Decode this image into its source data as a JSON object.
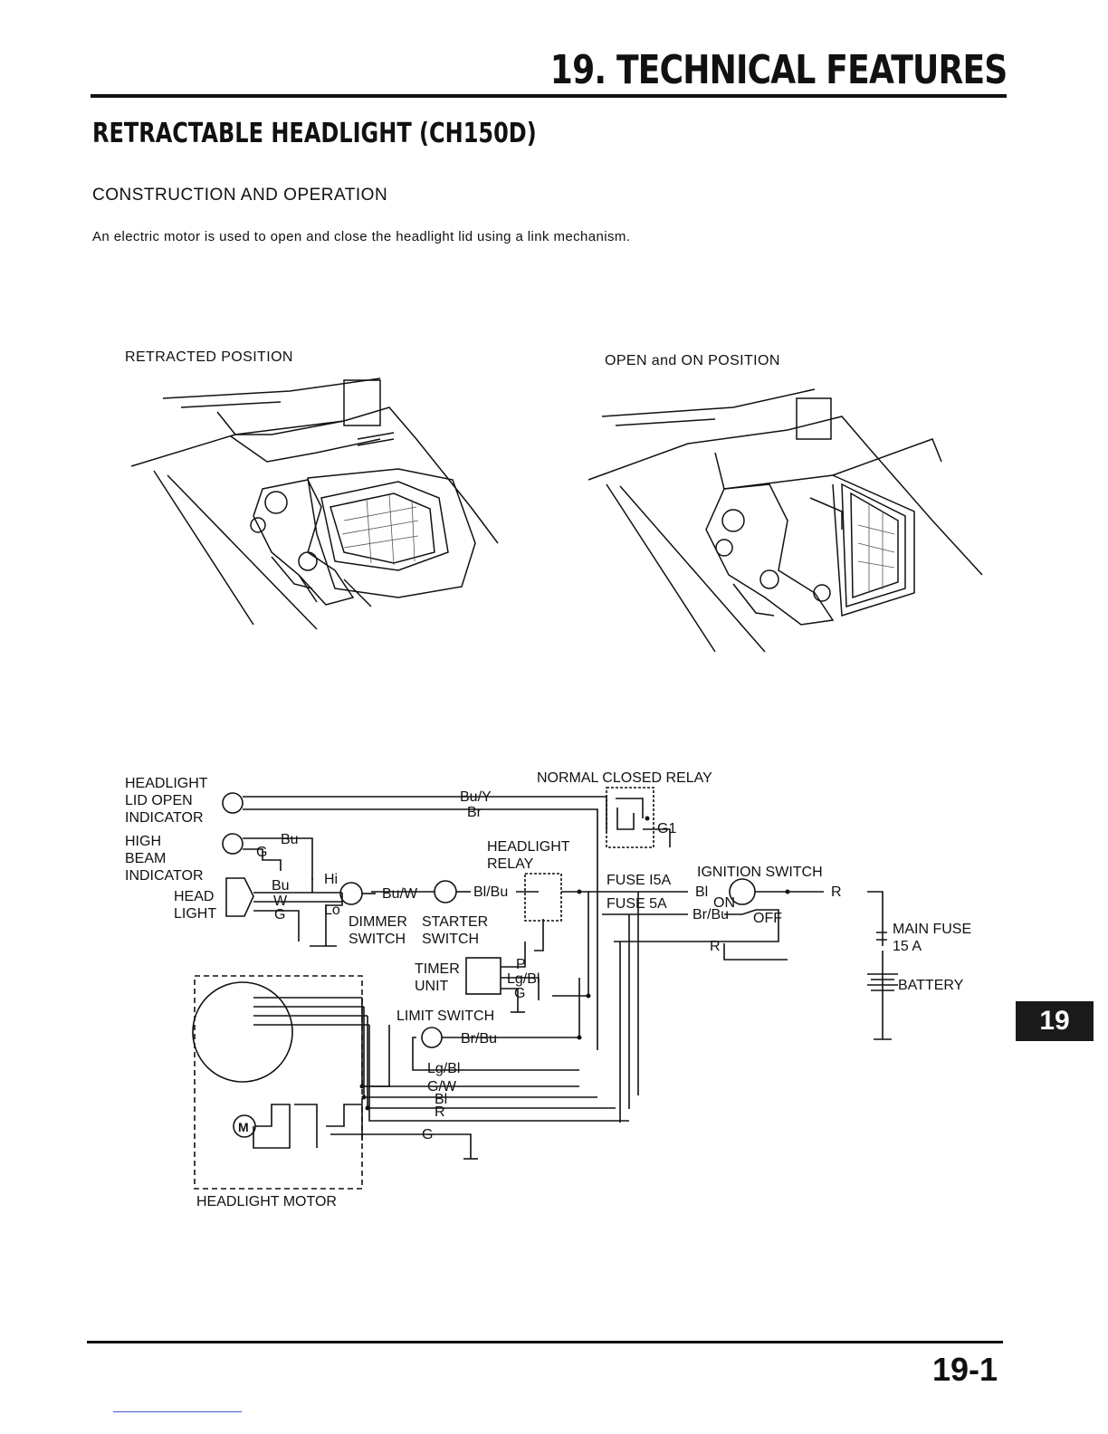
{
  "header": {
    "chapter_title": "19. TECHNICAL FEATURES"
  },
  "section": {
    "title": "RETRACTABLE HEADLIGHT (CH150D)",
    "subtitle": "CONSTRUCTION AND OPERATION",
    "intro": "An electric motor is used to open and close the headlight lid using a link mechanism."
  },
  "illustrations": {
    "left_caption": "RETRACTED POSITION",
    "right_caption": "OPEN and ON POSITION"
  },
  "wiring": {
    "headlight_lid_open_indicator": [
      "HEADLIGHT",
      "LID OPEN",
      "INDICATOR"
    ],
    "high_beam_indicator": [
      "HIGH",
      "BEAM",
      "INDICATOR"
    ],
    "head_light": [
      "HEAD",
      "LIGHT"
    ],
    "normal_closed_relay": "NORMAL CLOSED RELAY",
    "headlight_relay": [
      "HEADLIGHT",
      "RELAY"
    ],
    "ignition_switch": "IGNITION SWITCH",
    "fuse_15a": "FUSE I5A",
    "fuse_5a": "FUSE 5A",
    "main_fuse": [
      "MAIN FUSE",
      "15 A"
    ],
    "battery": "BATTERY",
    "dimmer_switch": [
      "DIMMER",
      "SWITCH"
    ],
    "starter_switch": [
      "STARTER",
      "SWITCH"
    ],
    "timer_unit": [
      "TIMER",
      "UNIT"
    ],
    "limit_switch": "LIMIT SWITCH",
    "headlight_motor": "HEADLIGHT MOTOR",
    "hi": "Hi",
    "lo": "Lo",
    "on": "ON",
    "off": "OFF",
    "wire_colors": {
      "bu_y": "Bu/Y",
      "br": "Br",
      "bu": "Bu",
      "g": "G",
      "w": "W",
      "bu_w": "Bu/W",
      "bl_bu": "Bl/Bu",
      "bl": "Bl",
      "br_bu": "Br/Bu",
      "r": "R",
      "p": "P",
      "lg_bl": "Lg/Bl",
      "g_w": "G/W",
      "g1": "G1"
    }
  },
  "side_tab": "19",
  "page_number": "19-1"
}
